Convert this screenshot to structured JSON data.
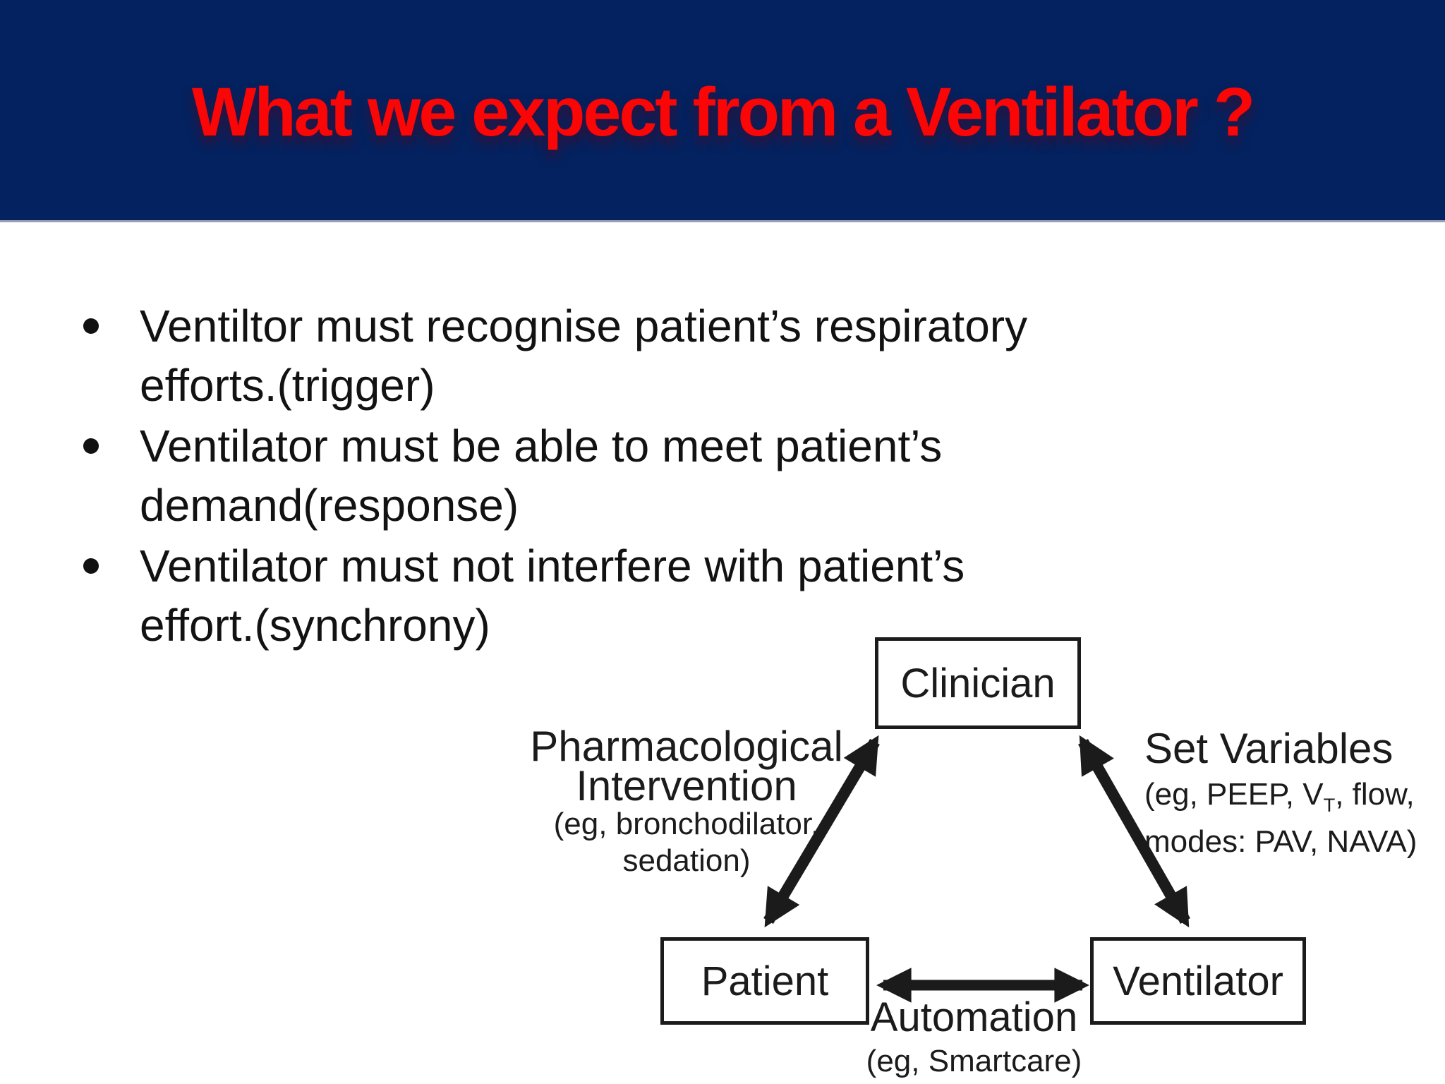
{
  "header": {
    "title": "What we expect from a Ventilator ?"
  },
  "bullet_marker": "•",
  "bullets": [
    {
      "lines": [
        "Ventiltor must recognise patient’s respiratory",
        "efforts.(trigger)"
      ]
    },
    {
      "lines": [
        "Ventilator must be able to meet patient’s",
        "demand(response)"
      ]
    },
    {
      "lines": [
        "Ventilator must not interfere with patient’s",
        "effort.(synchrony)"
      ]
    }
  ],
  "diagram": {
    "nodes": {
      "clinician": "Clinician",
      "patient": "Patient",
      "ventilator": "Ventilator"
    },
    "pharm_label": {
      "line1": "Pharmacological",
      "line2": "Intervention",
      "sub1": "(eg, bronchodilator,",
      "sub2": "sedation)"
    },
    "set_variables": {
      "title": "Set Variables",
      "sub1_pre": "(eg, PEEP, V",
      "sub1_sub": "T",
      "sub1_post": ", flow,",
      "sub2": "modes: PAV, NAVA)"
    },
    "automation": {
      "title": "Automation",
      "sub": "(eg, Smartcare)"
    },
    "arrows": [
      "clinician-patient-arrow",
      "clinician-ventilator-arrow",
      "patient-ventilator-arrow"
    ]
  },
  "colors": {
    "header_bg": "#042260",
    "title_red": "#fa0606",
    "ink": "#1b1b1b",
    "slide_bg": "#ffffff"
  }
}
